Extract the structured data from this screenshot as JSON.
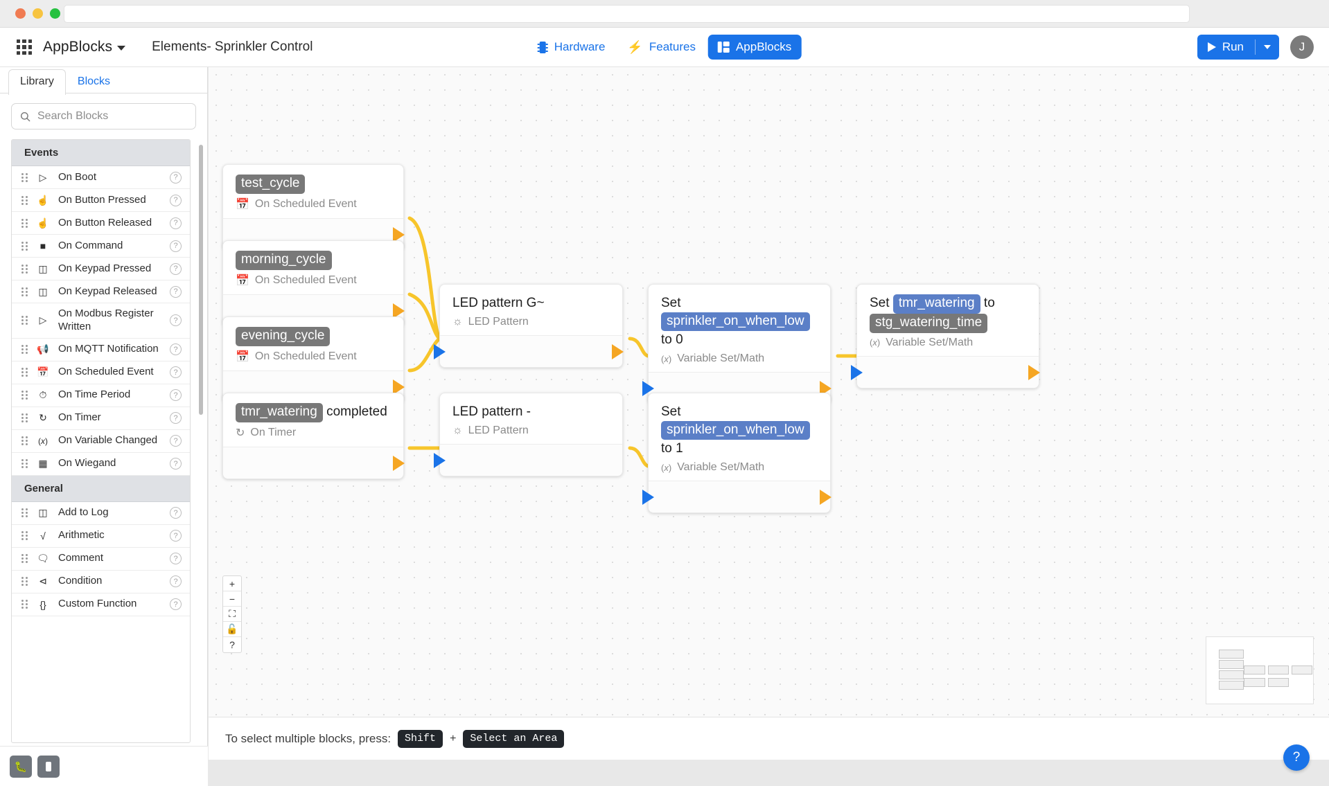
{
  "window": {
    "traffic_lights": [
      "close",
      "minimize",
      "maximize"
    ],
    "url_value": ""
  },
  "header": {
    "apps_icon": "grid-apps-icon",
    "brand": "AppBlocks",
    "brand_caret": "chevron-down-icon",
    "document_title": "Elements- Sprinkler Control",
    "tabs": [
      {
        "label": "Hardware",
        "icon": "chip-icon",
        "active": false
      },
      {
        "label": "Features",
        "icon": "bolt-icon",
        "active": false
      },
      {
        "label": "AppBlocks",
        "icon": "blocks-icon",
        "active": true
      }
    ],
    "run_button": {
      "label": "Run",
      "icon": "play-icon",
      "dropdown_icon": "chevron-down-icon"
    },
    "avatar_initial": "J",
    "accent_color": "#1a73e8"
  },
  "sidebar": {
    "tabs": [
      {
        "label": "Library",
        "active": true
      },
      {
        "label": "Blocks",
        "active": false
      }
    ],
    "search": {
      "placeholder": "Search Blocks",
      "value": "",
      "icon": "search-icon"
    },
    "categories": [
      {
        "name": "Events",
        "items": [
          {
            "label": "On Boot",
            "icon": "play-outline-icon"
          },
          {
            "label": "On Button Pressed",
            "icon": "hand-pointer-icon"
          },
          {
            "label": "On Button Released",
            "icon": "hand-pointer-icon"
          },
          {
            "label": "On Command",
            "icon": "terminal-icon"
          },
          {
            "label": "On Keypad Pressed",
            "icon": "keypad-icon"
          },
          {
            "label": "On Keypad Released",
            "icon": "keypad-icon"
          },
          {
            "label": "On Modbus Register Written",
            "icon": "play-outline-icon"
          },
          {
            "label": "On MQTT Notification",
            "icon": "megaphone-icon"
          },
          {
            "label": "On Scheduled Event",
            "icon": "calendar-icon"
          },
          {
            "label": "On Time Period",
            "icon": "stopwatch-icon"
          },
          {
            "label": "On Timer",
            "icon": "timer-icon"
          },
          {
            "label": "On Variable Changed",
            "icon": "variable-icon"
          },
          {
            "label": "On Wiegand",
            "icon": "card-icon"
          }
        ]
      },
      {
        "name": "General",
        "items": [
          {
            "label": "Add to Log",
            "icon": "log-icon"
          },
          {
            "label": "Arithmetic",
            "icon": "sqrt-icon"
          },
          {
            "label": "Comment",
            "icon": "comment-icon"
          },
          {
            "label": "Condition",
            "icon": "branch-icon"
          },
          {
            "label": "Custom Function",
            "icon": "braces-icon"
          }
        ]
      }
    ],
    "item_help_icon": "question-circle-icon",
    "footer_buttons": [
      {
        "icon": "debug-bug-icon",
        "name": "debug"
      },
      {
        "icon": "chip-icon",
        "name": "device"
      }
    ]
  },
  "canvas": {
    "nodes": [
      {
        "id": "test_cycle",
        "tag": "test_cycle",
        "tag_color": "gray",
        "title_suffix": "",
        "subtitle": "On Scheduled Event",
        "subtitle_icon": "calendar-icon",
        "has_in": false,
        "has_out": true
      },
      {
        "id": "morning_cycle",
        "tag": "morning_cycle",
        "tag_color": "gray",
        "title_suffix": "",
        "subtitle": "On Scheduled Event",
        "subtitle_icon": "calendar-icon",
        "has_in": false,
        "has_out": true
      },
      {
        "id": "evening_cycle",
        "tag": "evening_cycle",
        "tag_color": "gray",
        "title_suffix": "",
        "subtitle": "On Scheduled Event",
        "subtitle_icon": "calendar-icon",
        "has_in": false,
        "has_out": true
      },
      {
        "id": "tmr_watering_completed",
        "tag": "tmr_watering",
        "tag_color": "gray",
        "title_suffix": " completed",
        "subtitle": "On Timer",
        "subtitle_icon": "timer-icon",
        "has_in": false,
        "has_out": true
      },
      {
        "id": "led_pattern_g",
        "plain_title": "LED pattern G~",
        "subtitle": "LED Pattern",
        "subtitle_icon": "brightness-icon",
        "has_in": true,
        "has_out": true
      },
      {
        "id": "led_pattern_dash",
        "plain_title": "LED pattern -",
        "subtitle": "LED Pattern",
        "subtitle_icon": "brightness-icon",
        "has_in": true,
        "has_out": false
      },
      {
        "id": "set_sprinkler_low_0",
        "prefix": "Set ",
        "tag": "sprinkler_on_when_low",
        "tag_color": "blue",
        "title_suffix": " to 0",
        "subtitle": "Variable Set/Math",
        "subtitle_icon": "variable-icon",
        "has_in": true,
        "has_out": true
      },
      {
        "id": "set_sprinkler_low_1",
        "prefix": "Set ",
        "tag": "sprinkler_on_when_low",
        "tag_color": "blue",
        "title_suffix": " to 1",
        "subtitle": "Variable Set/Math",
        "subtitle_icon": "variable-icon",
        "has_in": true,
        "has_out": true
      },
      {
        "id": "set_tmr_watering",
        "prefix": "Set ",
        "tag": "tmr_watering",
        "tag_color": "blue",
        "mid": " to ",
        "tag2": "stg_watering_time",
        "tag2_color": "gray",
        "subtitle": "Variable Set/Math",
        "subtitle_icon": "variable-icon",
        "has_in": true,
        "has_out": true
      }
    ],
    "controls": [
      {
        "name": "zoom-in",
        "glyph": "+"
      },
      {
        "name": "zoom-out",
        "glyph": "−"
      },
      {
        "name": "fit-screen",
        "glyph": "⛶"
      },
      {
        "name": "lock",
        "glyph": "🔓"
      },
      {
        "name": "help",
        "glyph": "?"
      }
    ],
    "wire_color": "#f7c52b",
    "in_port_color": "#1a73e8",
    "out_port_color": "#f5a623"
  },
  "bottom_bar": {
    "hint_prefix": "To select multiple blocks, press:",
    "key_1": "Shift",
    "plus": "+",
    "key_2": "Select an Area",
    "help_fab_glyph": "?"
  }
}
